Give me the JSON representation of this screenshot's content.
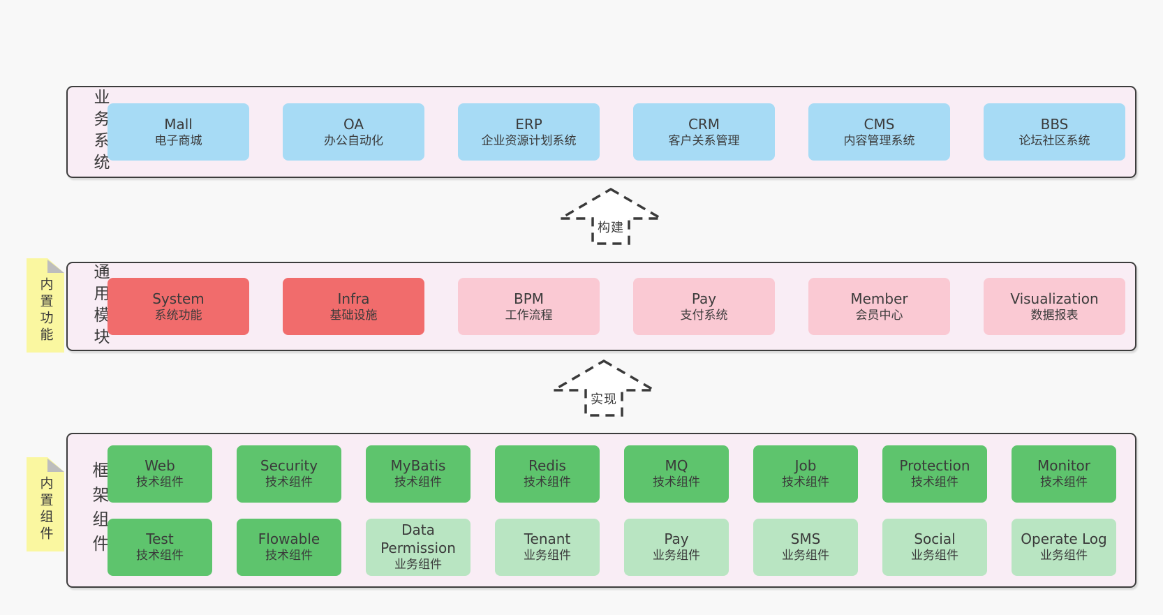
{
  "colors": {
    "page_bg": "#f8f8f8",
    "container_fill": "#f9edf5",
    "container_border": "#3c3c3c",
    "blue": "#a7dbf5",
    "red": "#f16c6c",
    "pink": "#fac9d3",
    "green_dark": "#5ec46d",
    "green_light": "#b9e5c2",
    "yellow_tab": "#faf7a0",
    "fold_gray": "#bdbdbd",
    "arrow_stroke": "#3a3a3a",
    "text": "#3a3a3a"
  },
  "sections": [
    {
      "id": "business-systems",
      "label": "业务系统",
      "boxes": [
        {
          "title": "Mall",
          "subtitle": "电子商城",
          "color": "c-blue"
        },
        {
          "title": "OA",
          "subtitle": "办公自动化",
          "color": "c-blue"
        },
        {
          "title": "ERP",
          "subtitle": "企业资源计划系统",
          "color": "c-blue"
        },
        {
          "title": "CRM",
          "subtitle": "客户关系管理",
          "color": "c-blue"
        },
        {
          "title": "CMS",
          "subtitle": "内容管理系统",
          "color": "c-blue"
        },
        {
          "title": "BBS",
          "subtitle": "论坛社区系统",
          "color": "c-blue"
        }
      ]
    },
    {
      "id": "common-modules",
      "label": "通用模块",
      "tab": "内置功能",
      "boxes": [
        {
          "title": "System",
          "subtitle": "系统功能",
          "color": "c-red"
        },
        {
          "title": "Infra",
          "subtitle": "基础设施",
          "color": "c-red"
        },
        {
          "title": "BPM",
          "subtitle": "工作流程",
          "color": "c-pink"
        },
        {
          "title": "Pay",
          "subtitle": "支付系统",
          "color": "c-pink"
        },
        {
          "title": "Member",
          "subtitle": "会员中心",
          "color": "c-pink"
        },
        {
          "title": "Visualization",
          "subtitle": "数据报表",
          "color": "c-pink"
        }
      ]
    },
    {
      "id": "framework-components",
      "label": "框架组件",
      "tab": "内置组件",
      "boxes": [
        {
          "title": "Web",
          "subtitle": "技术组件",
          "color": "c-green-dark"
        },
        {
          "title": "Security",
          "subtitle": "技术组件",
          "color": "c-green-dark"
        },
        {
          "title": "MyBatis",
          "subtitle": "技术组件",
          "color": "c-green-dark"
        },
        {
          "title": "Redis",
          "subtitle": "技术组件",
          "color": "c-green-dark"
        },
        {
          "title": "MQ",
          "subtitle": "技术组件",
          "color": "c-green-dark"
        },
        {
          "title": "Job",
          "subtitle": "技术组件",
          "color": "c-green-dark"
        },
        {
          "title": "Protection",
          "subtitle": "技术组件",
          "color": "c-green-dark"
        },
        {
          "title": "Monitor",
          "subtitle": "技术组件",
          "color": "c-green-dark"
        },
        {
          "title": "Test",
          "subtitle": "技术组件",
          "color": "c-green-dark"
        },
        {
          "title": "Flowable",
          "subtitle": "技术组件",
          "color": "c-green-dark"
        },
        {
          "title": "Data Permission",
          "subtitle": "业务组件",
          "color": "c-green-light"
        },
        {
          "title": "Tenant",
          "subtitle": "业务组件",
          "color": "c-green-light"
        },
        {
          "title": "Pay",
          "subtitle": "业务组件",
          "color": "c-green-light"
        },
        {
          "title": "SMS",
          "subtitle": "业务组件",
          "color": "c-green-light"
        },
        {
          "title": "Social",
          "subtitle": "业务组件",
          "color": "c-green-light"
        },
        {
          "title": "Operate Log",
          "subtitle": "业务组件",
          "color": "c-green-light"
        }
      ]
    }
  ],
  "arrows": [
    {
      "label": "构建"
    },
    {
      "label": "实现"
    }
  ]
}
